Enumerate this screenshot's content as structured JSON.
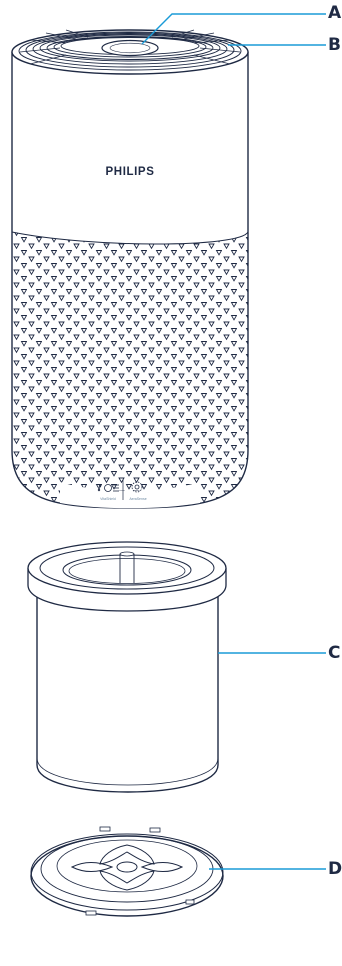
{
  "brand": "PHILIPS",
  "panel_labels": {
    "left": "VitaShield",
    "right": "AeraSense"
  },
  "callouts": [
    {
      "letter": "A",
      "part": "top-cap"
    },
    {
      "letter": "B",
      "part": "air-outlet-grille"
    },
    {
      "letter": "C",
      "part": "filter"
    },
    {
      "letter": "D",
      "part": "bottom-cover"
    }
  ],
  "colors": {
    "outline": "#1f2a44",
    "leader": "#1a9bd7",
    "text": "#1f2a44",
    "accent": "#6e8aa3"
  },
  "icons": [
    "vitashield-icon",
    "aerasense-icon"
  ]
}
